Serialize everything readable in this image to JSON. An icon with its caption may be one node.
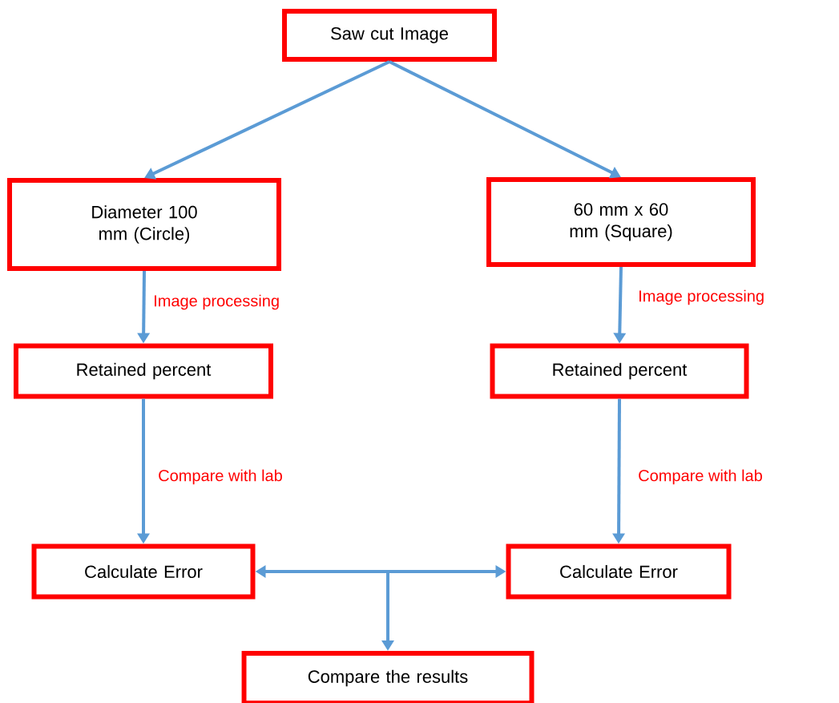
{
  "diagram": {
    "nodes": [
      {
        "text": [
          "Saw cut Image"
        ]
      },
      {
        "text": [
          "Diameter 100 mm (Circle)"
        ]
      },
      {
        "text": [
          "60 mm x 60 mm (Square)"
        ]
      },
      {
        "text": [
          "Retained percent"
        ]
      },
      {
        "text": [
          "Retained percent"
        ]
      },
      {
        "text": [
          "Calculate Error"
        ]
      },
      {
        "text": [
          "Calculate Error"
        ]
      },
      {
        "text": [
          "Compare the results"
        ]
      }
    ],
    "edges": [
      {
        "from": 0,
        "to": 1,
        "arrow": "to"
      },
      {
        "from": 0,
        "to": 2,
        "arrow": "to"
      },
      {
        "from": 1,
        "to": 3,
        "arrow": "to",
        "label": "Image processing"
      },
      {
        "from": 2,
        "to": 4,
        "arrow": "to",
        "label": "Image processing"
      },
      {
        "from": 3,
        "to": 5,
        "arrow": "to",
        "label": "Compare with lab"
      },
      {
        "from": 4,
        "to": 6,
        "arrow": "to",
        "label": "Compare with lab"
      },
      {
        "from": 5,
        "to": 6,
        "arrow": "both"
      },
      {
        "from": null,
        "to": 7,
        "arrow": "to"
      }
    ]
  }
}
